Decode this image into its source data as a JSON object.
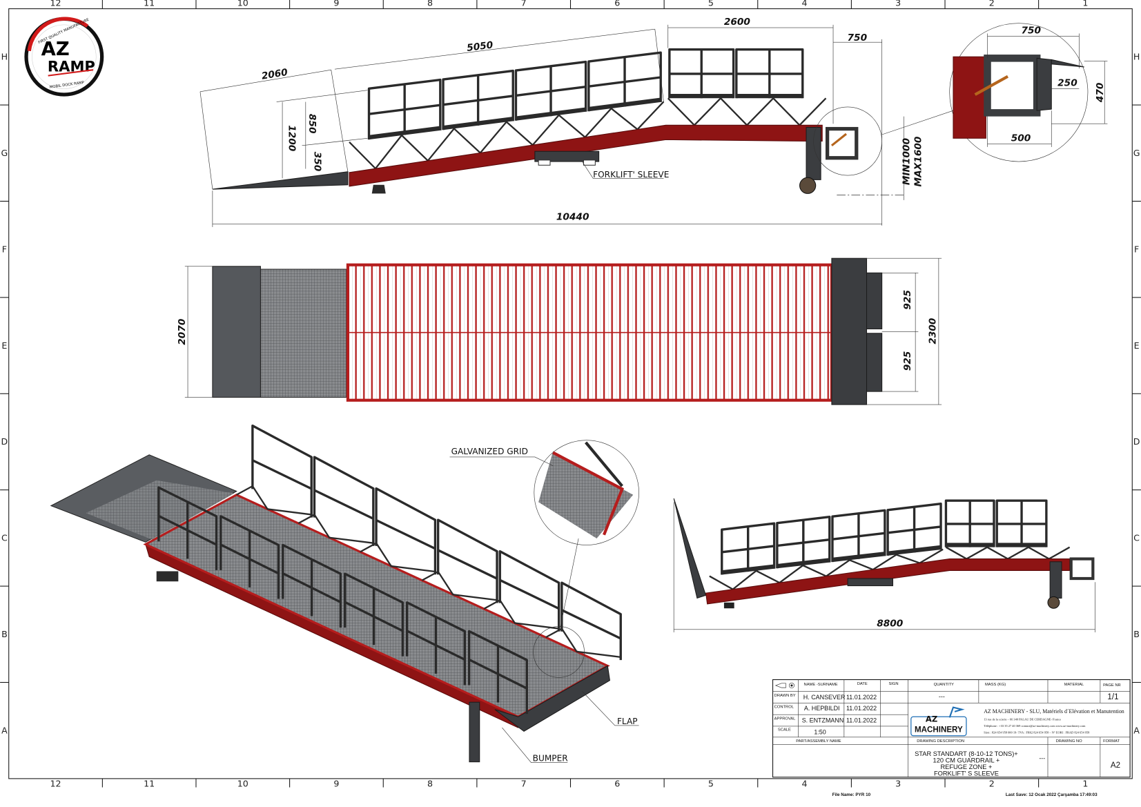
{
  "sheet": {
    "zone_columns": [
      "12",
      "11",
      "10",
      "9",
      "8",
      "7",
      "6",
      "5",
      "4",
      "3",
      "2",
      "1"
    ],
    "zone_rows": [
      "H",
      "G",
      "F",
      "E",
      "D",
      "C",
      "B",
      "A"
    ]
  },
  "logo": {
    "brand_top": "AZ",
    "brand_bottom": "RAMP",
    "ring_top": "FIRST QUALITY MANUFACTURE",
    "ring_bottom": "MOBIL DOCK RAMP"
  },
  "side_view": {
    "dim_lip_length": "2060",
    "dim_ramp_length": "5050",
    "dim_platform_length": "2600",
    "dim_refuge_length": "750",
    "dim_total_length": "10440",
    "dim_total_height": "1200",
    "dim_rail_height": "850",
    "dim_toe_height": "350",
    "dim_lift_min": "MIN1000",
    "dim_lift_max": "MAX1600",
    "label_forklift_sleeve": "FORKLIFT' SLEEVE"
  },
  "detail_view": {
    "dim_width": "750",
    "dim_flap": "250",
    "dim_height": "470",
    "dim_inner": "500"
  },
  "plan_view": {
    "dim_width": "2070",
    "dim_total_width": "2300",
    "dim_half_upper": "925",
    "dim_half_lower": "925"
  },
  "iso_view": {
    "label_grid": "GALVANIZED GRID",
    "label_flap": "FLAP",
    "label_bumper": "BUMPER"
  },
  "side_view_2": {
    "dim_total_length": "8800"
  },
  "title_block": {
    "headers": {
      "name": "NAME -SURNAME",
      "date": "DATE",
      "sign": "SIGN",
      "quantity": "QUANTITY",
      "mass": "MASS (KG)",
      "material": "MATERIAL",
      "page": "PAGE NR"
    },
    "rows": [
      {
        "role": "DRAWN BY",
        "name": "H. CANSEVER",
        "date": "11.01.2022"
      },
      {
        "role": "CONTROL",
        "name": "A. HEPBILDI",
        "date": "11.01.2022"
      },
      {
        "role": "APPROVAL",
        "name": "S. ENTZMANN",
        "date": "11.01.2022"
      }
    ],
    "scale_label": "SCALE",
    "scale": "1:50",
    "quantity": "---",
    "page": "1/1",
    "company": {
      "logo_top": "AZ",
      "logo_bottom": "MACHINERY",
      "name": "AZ MACHINERY - SLU, Matériels d´Elévation et Manutention",
      "address": "13 rue de la scierie – 66 340 PALAU DE CERDAGNE- France",
      "contact": "Téléphone : +33 35 27 40 369   contact@az-machinery.com   www.az-machinery.com",
      "registration": "Siret : 824 654 958 000 19- TVA : FR62 824 654 958 – N° EORI : FRAD 824 654 958"
    },
    "part_name_label": "PART/ASSEMBLY NAME",
    "description_label": "DRAWING DESCRIPTION",
    "drawing_no_label": "DRAWING NO",
    "format_label": "FORMAT",
    "description": [
      "STAR STANDART (8-10-12 TONS)+",
      "120 CM GUARDRAIL +",
      "REFUGE ZONE +",
      "FORKLIFT' S SLEEVE"
    ],
    "drawing_no": "---",
    "format": "A2"
  },
  "footer": {
    "file_name": "File Name: PYR 10",
    "last_save": "Last Save: 12 Ocak 2022 Çarşamba 17:49:03"
  },
  "colors": {
    "frame_red": "#8e1414",
    "steel_dark": "#3b3d40",
    "logo_blue": "#1f6fb5"
  }
}
